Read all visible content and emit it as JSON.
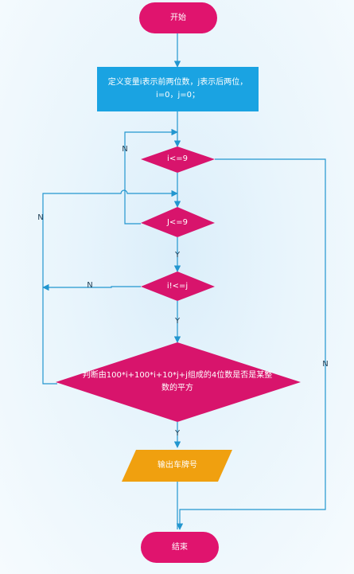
{
  "nodes": {
    "start": "开始",
    "init_line1": "定义变量i表示前两位数，j表示后两位，",
    "init_line2": "i=0，j=0；",
    "cond_i": "i<=9",
    "cond_j": "J<=9",
    "cond_neq": "i!<=j",
    "cond_square_line1": "判断由100*i+100*i+10*j+j组成的4位数是否是某整",
    "cond_square_line2": "数的平方",
    "output": "输出车牌号",
    "end": "结束"
  },
  "labels": {
    "n_outer": "N",
    "n_left": "N",
    "n_neq": "N",
    "n_right": "N",
    "y_j": "Y",
    "y_neq": "Y",
    "y_square": "Y"
  },
  "colors": {
    "terminal": "#e0146e",
    "decision": "#d8146c",
    "process": "#1aa3e2",
    "io": "#f0a00f",
    "line": "#2296cf"
  }
}
